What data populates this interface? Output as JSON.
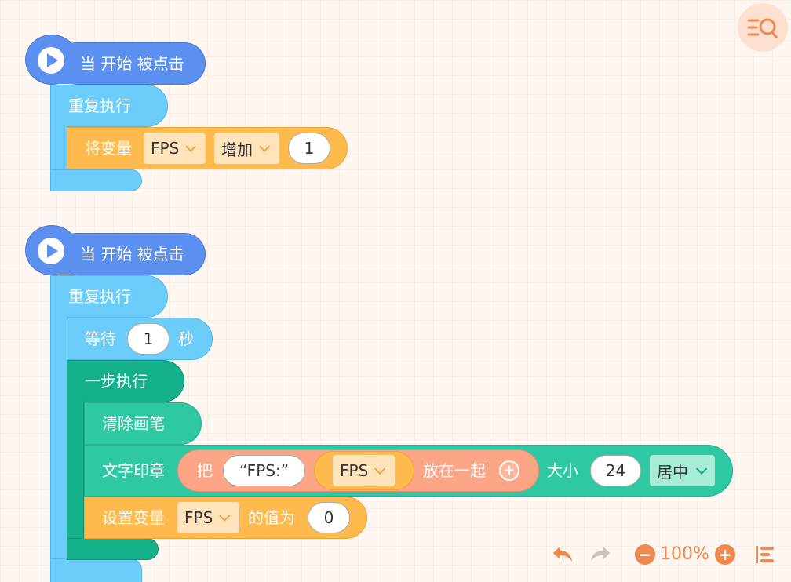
{
  "script1": {
    "hat_label": "当 开始 被点击",
    "repeat_label": "重复执行",
    "change_var": {
      "label": "将变量",
      "var": "FPS",
      "op": "增加",
      "value": "1"
    }
  },
  "script2": {
    "hat_label": "当 开始 被点击",
    "repeat_label": "重复执行",
    "wait": {
      "label": "等待",
      "value": "1",
      "unit": "秒"
    },
    "step_label": "一步执行",
    "clear_label": "清除画笔",
    "stamp": {
      "label": "文字印章",
      "join_prefix": "把",
      "string": "“FPS:”",
      "var": "FPS",
      "join_suffix": "放在一起",
      "size_label": "大小",
      "size": "24",
      "align": "居中"
    },
    "set_var": {
      "label": "设置变量",
      "var": "FPS",
      "mid": "的值为",
      "value": "0"
    }
  },
  "controls": {
    "zoom": "100%"
  },
  "icons": {
    "search": "search-list-icon",
    "undo": "undo-icon",
    "redo": "redo-icon",
    "zoom_out": "zoom-out-icon",
    "zoom_in": "zoom-in-icon",
    "arrange": "arrange-blocks-icon",
    "play": "play-icon",
    "plus": "plus-icon",
    "chevron": "chevron-down-icon"
  },
  "colors": {
    "event": "#5b8ff0",
    "control": "#6ccdfb",
    "variable": "#ffba4d",
    "step": "#13b08a",
    "pen": "#2ec9a3",
    "operator": "#fca486",
    "accent": "#f08950"
  }
}
